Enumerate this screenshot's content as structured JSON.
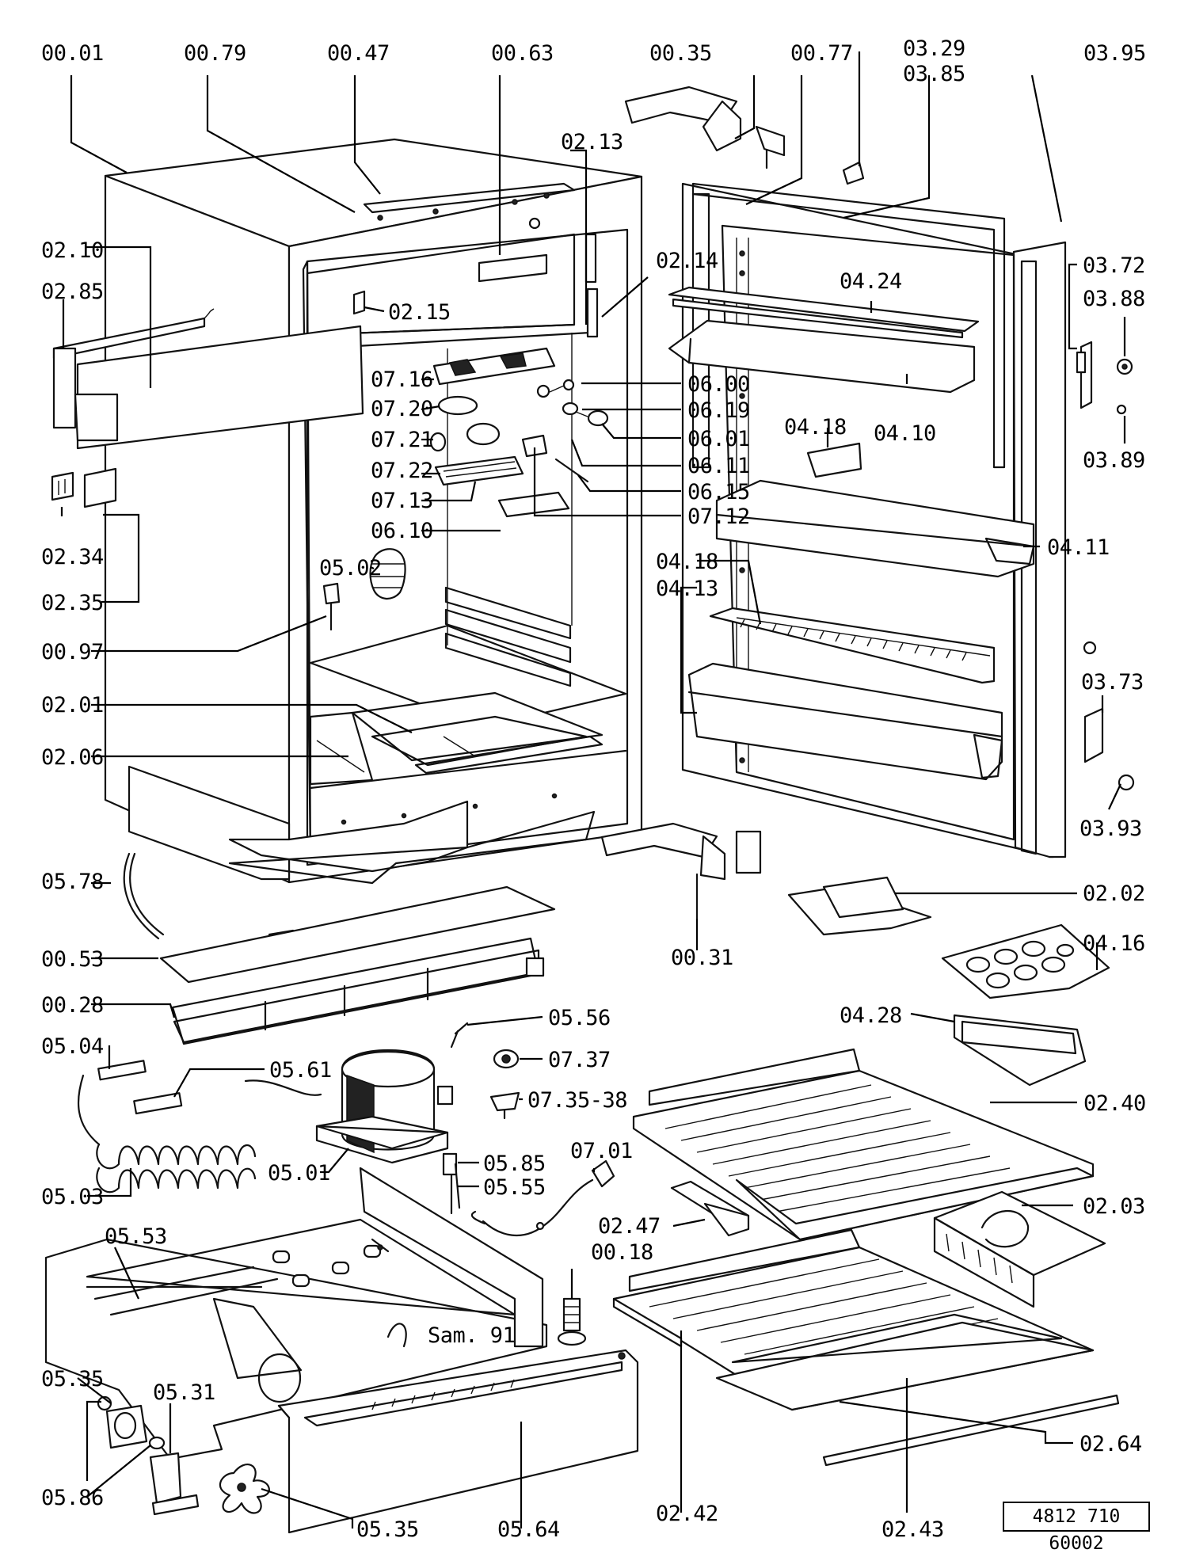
{
  "drawing_code": "4812 710 60002",
  "stamp": "Sam. 91",
  "labels": [
    "00.01",
    "00.79",
    "00.47",
    "00.63",
    "00.35",
    "00.77",
    "03.29",
    "03.85",
    "03.95",
    "02.13",
    "02.10",
    "02.85",
    "02.15",
    "02.14",
    "04.24",
    "03.72",
    "03.88",
    "07.16",
    "06.00",
    "07.20",
    "06.19",
    "06.01",
    "04.10",
    "03.89",
    "07.21",
    "06.11",
    "04.18",
    "07.22",
    "06.15",
    "07.13",
    "07.12",
    "06.10",
    "04.11",
    "02.34",
    "05.02",
    "04.18",
    "04.13",
    "02.35",
    "00.97",
    "03.73",
    "02.01",
    "02.06",
    "03.93",
    "05.78",
    "02.02",
    "00.31",
    "04.16",
    "00.53",
    "00.28",
    "04.28",
    "05.56",
    "05.04",
    "07.37",
    "05.61",
    "07.35-38",
    "02.40",
    "05.85",
    "07.01",
    "05.01",
    "05.55",
    "05.03",
    "02.03",
    "02.47",
    "05.53",
    "00.18",
    "05.35",
    "05.31",
    "02.64",
    "05.86",
    "05.35",
    "05.64",
    "02.42",
    "02.43"
  ]
}
